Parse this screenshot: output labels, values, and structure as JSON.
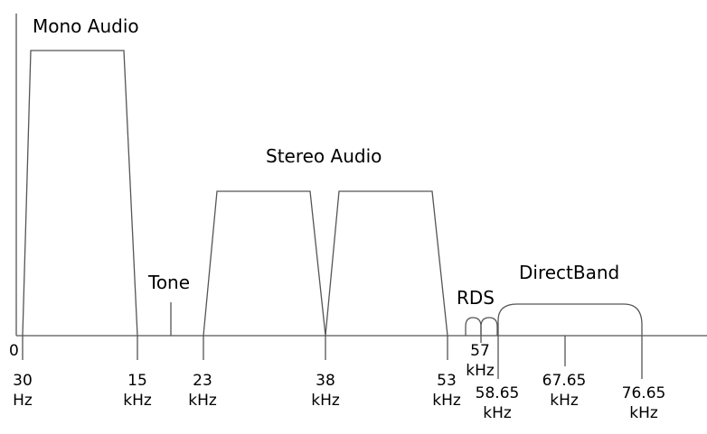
{
  "bands": {
    "mono": "Mono Audio",
    "tone": "Tone",
    "stereo": "Stereo Audio",
    "rds": "RDS",
    "directband": "DirectBand"
  },
  "axis": {
    "origin": "0",
    "ticks": [
      {
        "value": "30",
        "unit": "Hz"
      },
      {
        "value": "15",
        "unit": "kHz"
      },
      {
        "value": "23",
        "unit": "kHz"
      },
      {
        "value": "38",
        "unit": "kHz"
      },
      {
        "value": "53",
        "unit": "kHz"
      },
      {
        "value": "57",
        "unit": "kHz"
      },
      {
        "value": "58.65",
        "unit": "kHz"
      },
      {
        "value": "67.65",
        "unit": "kHz"
      },
      {
        "value": "76.65",
        "unit": "kHz"
      }
    ]
  }
}
